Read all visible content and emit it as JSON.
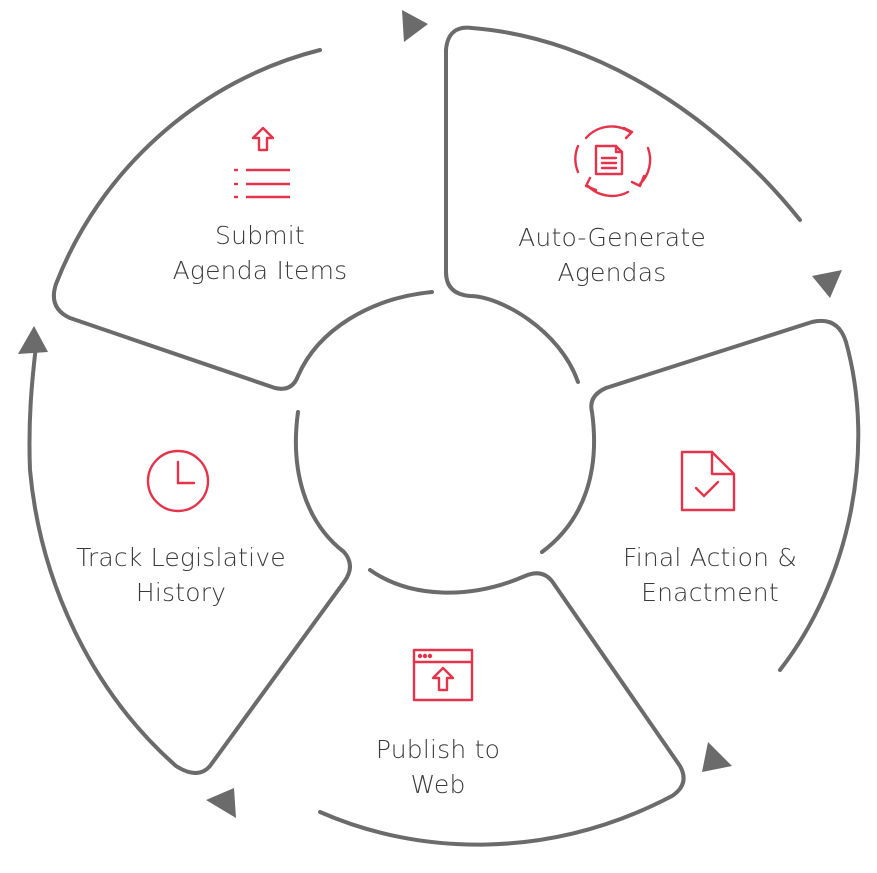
{
  "stages": [
    {
      "line1": "Submit",
      "line2": "Agenda Items",
      "icon": "upload-list-icon"
    },
    {
      "line1": "Auto-Generate",
      "line2": "Agendas",
      "icon": "document-cycle-icon"
    },
    {
      "line1": "Final Action &",
      "line2": "Enactment",
      "icon": "document-check-icon"
    },
    {
      "line1": "Publish to",
      "line2": "Web",
      "icon": "browser-upload-icon"
    },
    {
      "line1": "Track Legislative",
      "line2": "History",
      "icon": "clock-icon"
    }
  ],
  "colors": {
    "outline": "#6b6b6b",
    "accent": "#e3344c",
    "text": "#3a3a3a"
  }
}
